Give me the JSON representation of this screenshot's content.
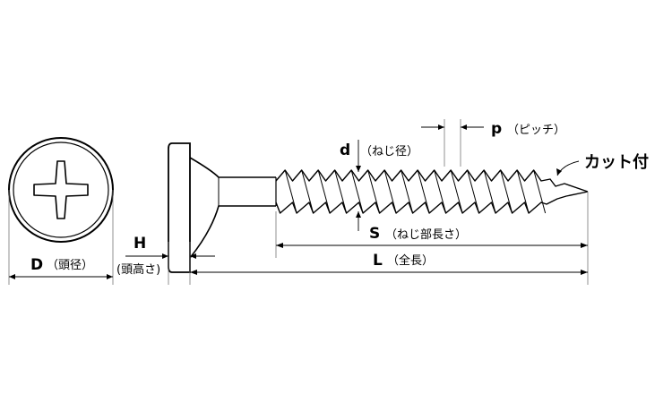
{
  "labels": {
    "d_letter": "d",
    "d_text": "（ねじ径）",
    "p_letter": "p",
    "p_text": "（ピッチ）",
    "cut_text": "カット付",
    "h_letter": "H",
    "h_text": "(頭高さ)",
    "d_head_letter": "D",
    "d_head_text": "（頭径）",
    "s_letter": "S",
    "s_text": "（ねじ部長さ）",
    "l_letter": "L",
    "l_text": "（全長）"
  }
}
